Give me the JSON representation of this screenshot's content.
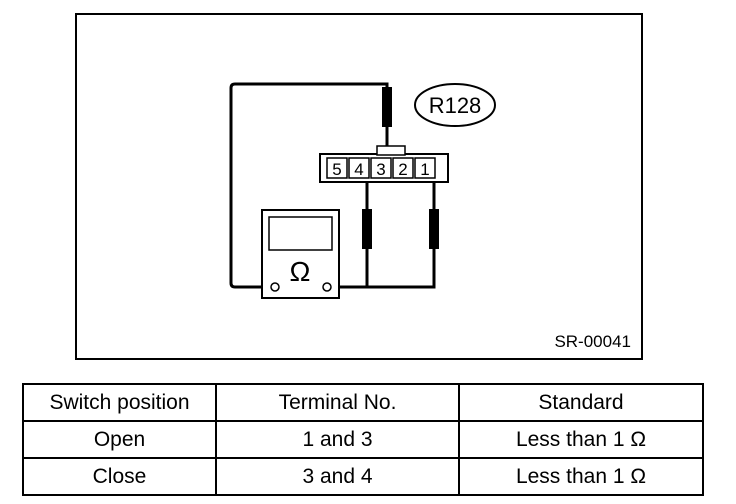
{
  "diagram": {
    "connector_label": "R128",
    "terminal_numbers": [
      "5",
      "4",
      "3",
      "2",
      "1"
    ],
    "meter_symbol": "Ω",
    "figure_code": "SR-00041"
  },
  "table": {
    "headers": [
      "Switch position",
      "Terminal No.",
      "Standard"
    ],
    "rows": [
      [
        "Open",
        "1 and 3",
        "Less than 1 Ω"
      ],
      [
        "Close",
        "3 and 4",
        "Less than 1 Ω"
      ]
    ]
  }
}
